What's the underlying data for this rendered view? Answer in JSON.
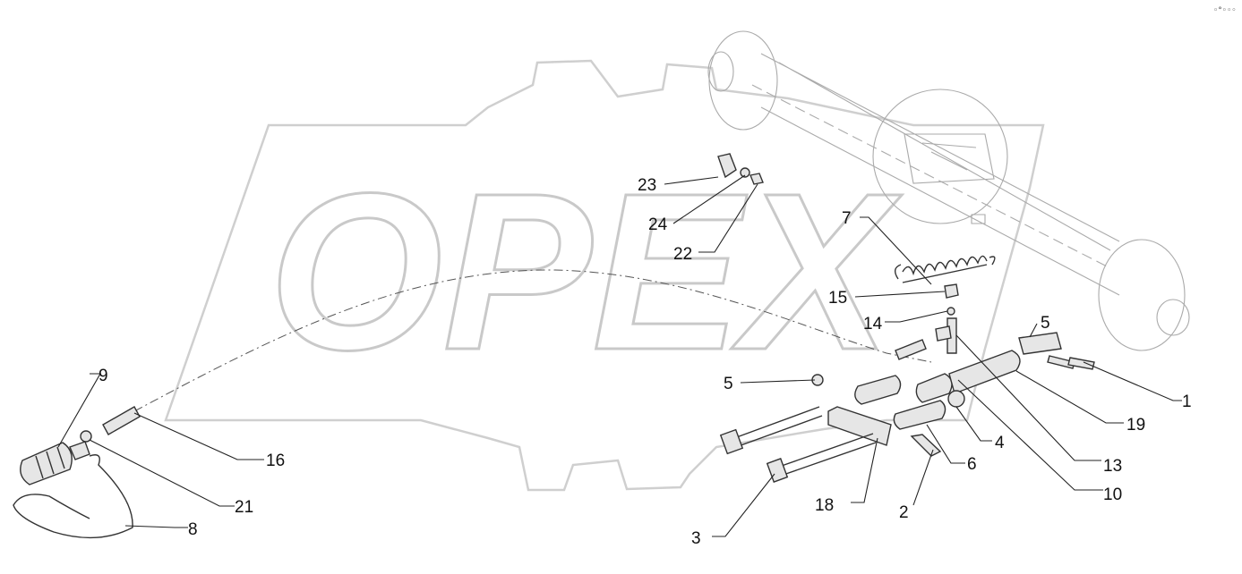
{
  "watermark": {
    "text": "OPEX"
  },
  "corner_mark": "◦°◦◦◦",
  "callouts": [
    "23",
    "24",
    "22",
    "7",
    "15",
    "14",
    "5",
    "1",
    "19",
    "13",
    "10",
    "4",
    "6",
    "2",
    "18",
    "3",
    "5",
    "9",
    "16",
    "21",
    "8"
  ]
}
